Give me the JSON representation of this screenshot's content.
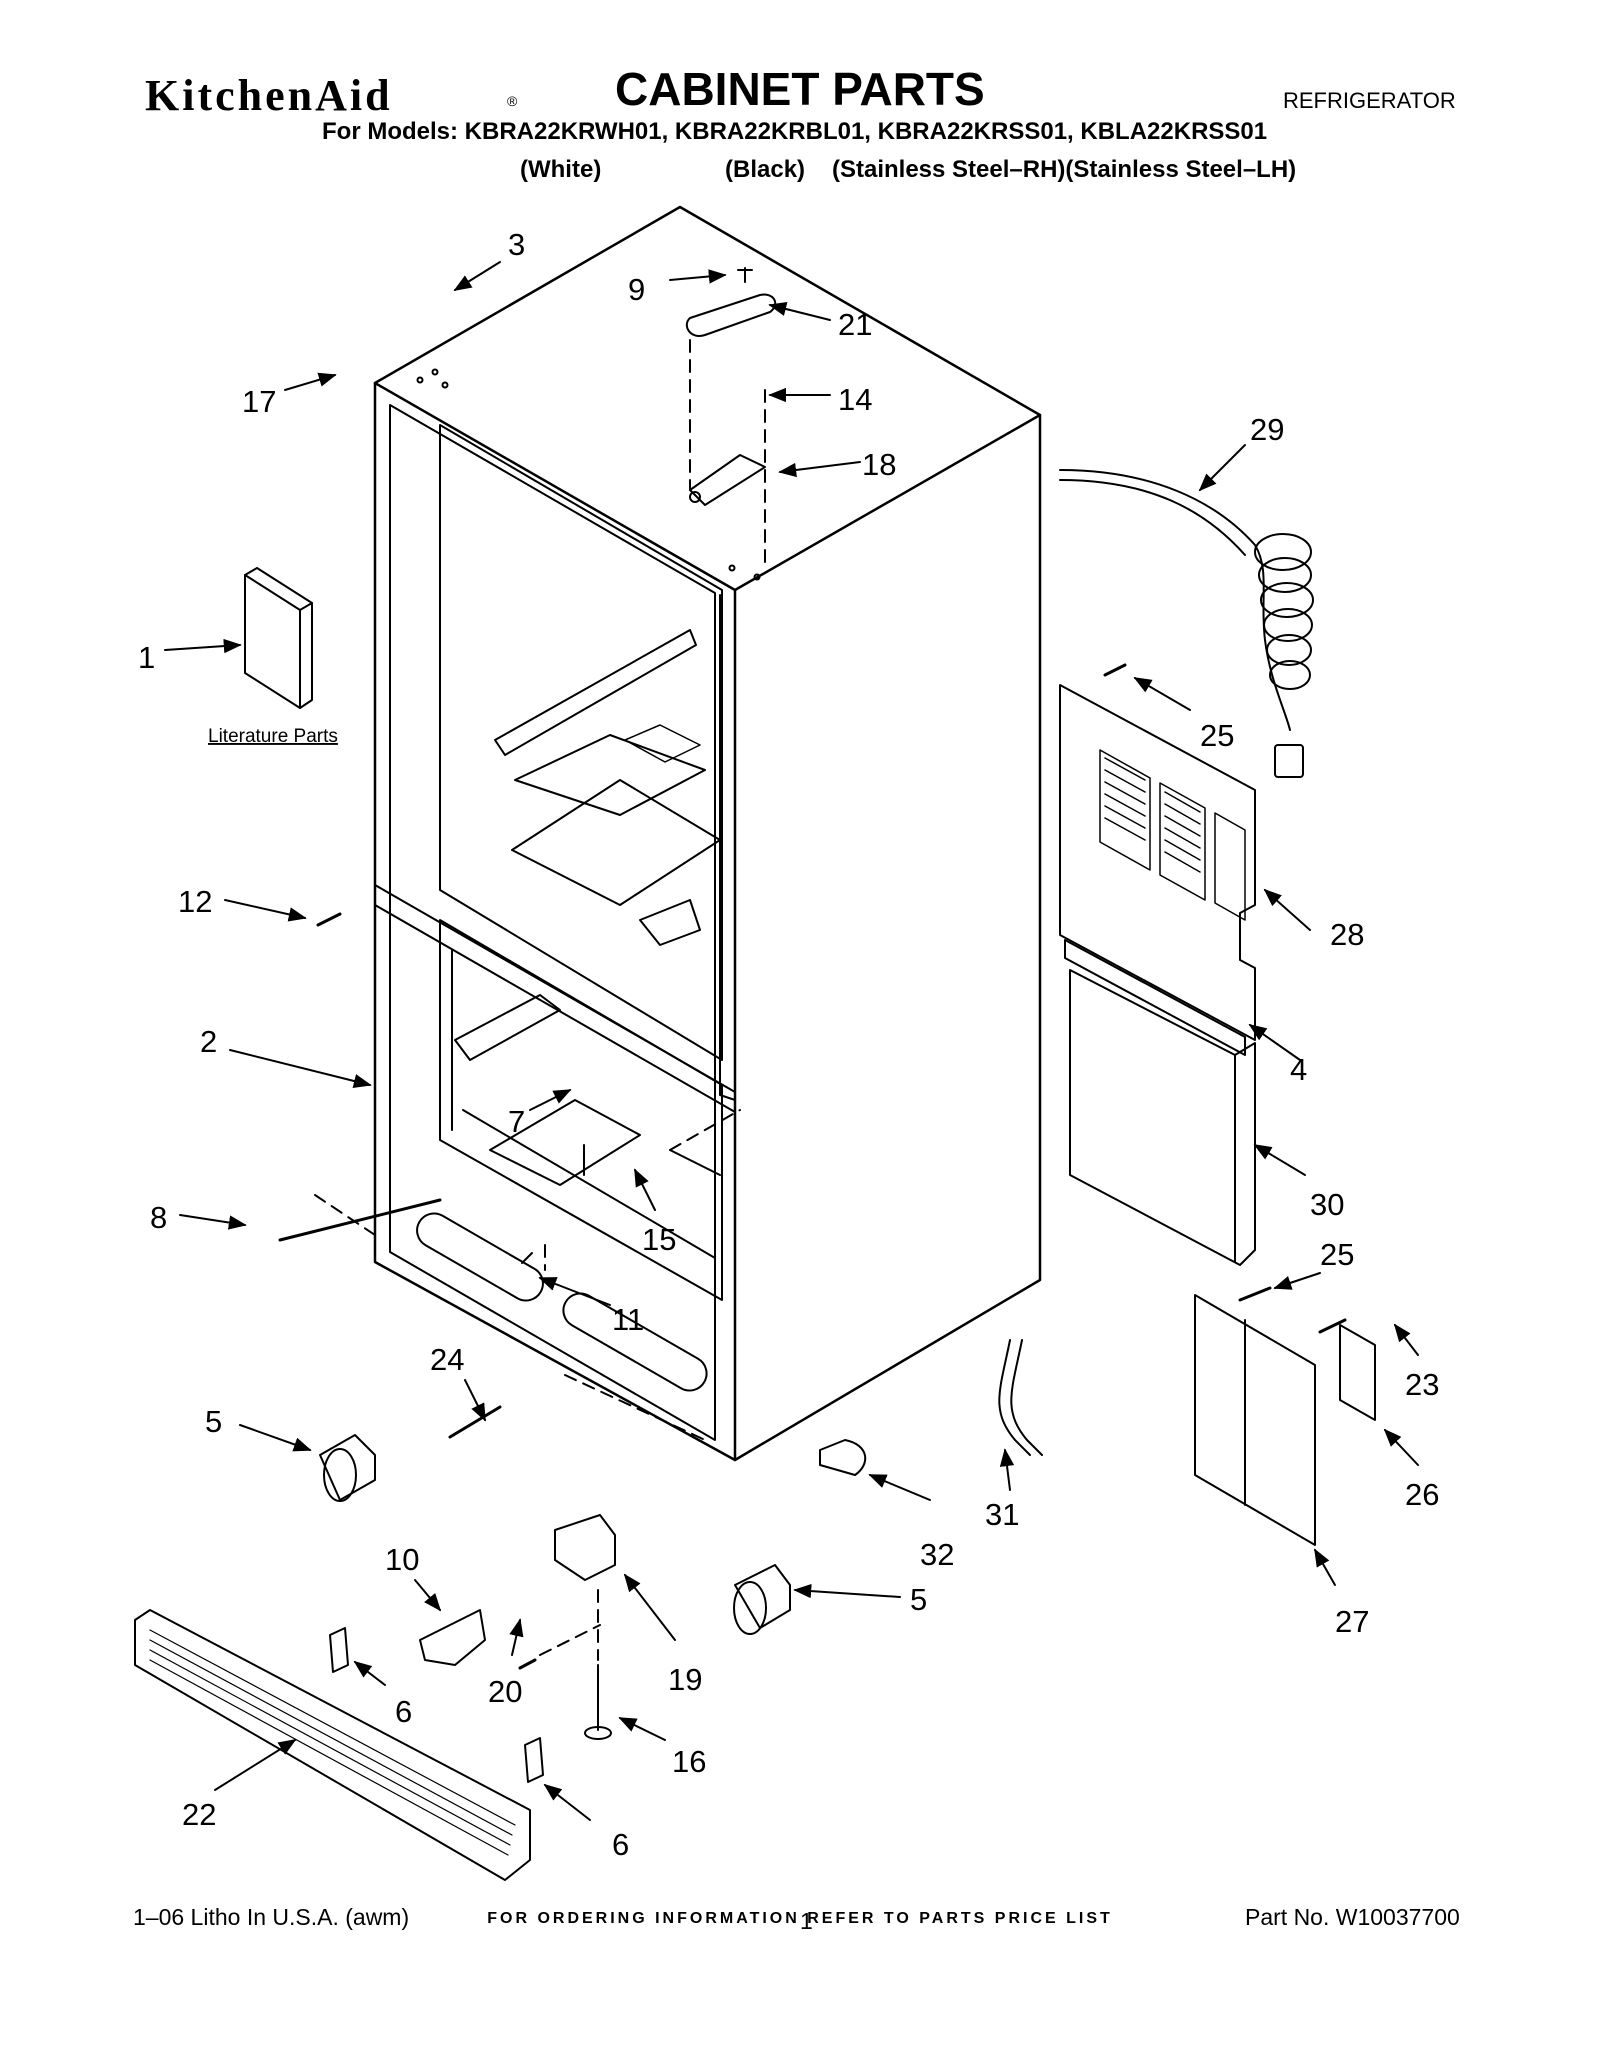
{
  "header": {
    "brand": "KitchenAid",
    "brand_mark": "®",
    "title": "CABINET PARTS",
    "category": "REFRIGERATOR",
    "models_line": "For Models: KBRA22KRWH01, KBRA22KRBL01, KBRA22KRSS01, KBLA22KRSS01",
    "variants": [
      "(White)",
      "(Black)",
      "(Stainless Steel–RH)(Stainless Steel–LH)"
    ]
  },
  "diagram": {
    "literature_label": "Literature Parts",
    "callouts": [
      "3",
      "9",
      "21",
      "14",
      "17",
      "18",
      "29",
      "1",
      "25",
      "28",
      "12",
      "4",
      "2",
      "7",
      "30",
      "15",
      "8",
      "25",
      "11",
      "23",
      "24",
      "5",
      "31",
      "26",
      "32",
      "10",
      "19",
      "5",
      "27",
      "6",
      "20",
      "16",
      "22",
      "6"
    ]
  },
  "footer": {
    "ordering_note": "FOR ORDERING INFORMATION REFER TO PARTS PRICE LIST",
    "litho": "1–06 Litho In U.S.A. (awm)",
    "page_number": "1",
    "part_number": "Part No. W10037700"
  }
}
